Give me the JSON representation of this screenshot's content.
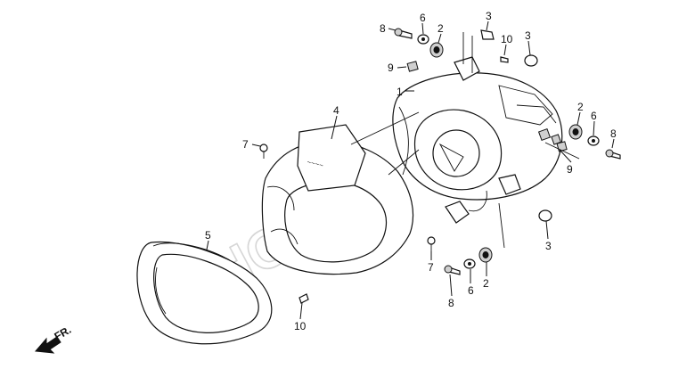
{
  "diagram": {
    "watermark_text": "HONDA",
    "direction_label": "FR.",
    "callouts": {
      "c1": "1",
      "c2a": "2",
      "c2b": "2",
      "c2c": "2",
      "c3a": "3",
      "c3b": "3",
      "c3c": "3",
      "c4": "4",
      "c5": "5",
      "c6a": "6",
      "c6b": "6",
      "c6c": "6",
      "c7a": "7",
      "c7b": "7",
      "c8a": "8",
      "c8b": "8",
      "c8c": "8",
      "c9a": "9",
      "c9b": "9",
      "c10a": "10",
      "c10b": "10"
    }
  }
}
